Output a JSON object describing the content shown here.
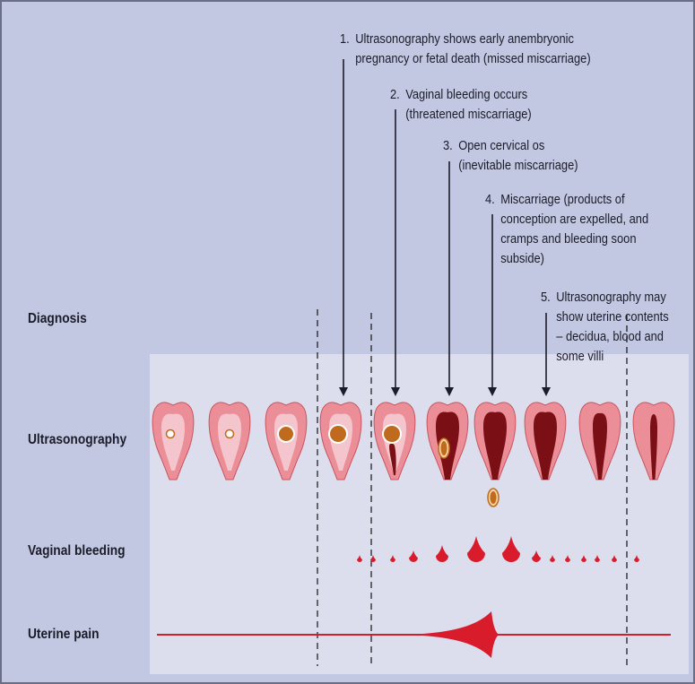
{
  "row_labels": {
    "diagnosis": "Diagnosis",
    "ultrasonography": "Ultrasonography",
    "vaginal_bleeding": "Vaginal bleeding",
    "uterine_pain": "Uterine pain"
  },
  "annotations": [
    {
      "number": "1.",
      "lines": [
        "Ultrasonography shows early anembryonic",
        "pregnancy or fetal death (missed miscarriage)"
      ]
    },
    {
      "number": "2.",
      "lines": [
        "Vaginal bleeding occurs",
        "(threatened miscarriage)"
      ]
    },
    {
      "number": "3.",
      "lines": [
        "Open cervical os",
        "(inevitable miscarriage)"
      ]
    },
    {
      "number": "4.",
      "lines": [
        "Miscarriage (products of",
        "conception are expelled, and",
        "cramps and bleeding soon",
        "subside)"
      ]
    },
    {
      "number": "5.",
      "lines": [
        "Ultrasonography may",
        "show uterine contents",
        "– decidua, blood and",
        "some villi"
      ]
    }
  ],
  "uterus_stages": [
    {
      "cavity": "closed",
      "sac": "small"
    },
    {
      "cavity": "closed",
      "sac": "small"
    },
    {
      "cavity": "closed",
      "sac": "medium"
    },
    {
      "cavity": "closed",
      "sac": "large"
    },
    {
      "cavity": "bleeding",
      "sac": "large"
    },
    {
      "cavity": "open",
      "sac": "in-canal"
    },
    {
      "cavity": "open",
      "sac": "expelled"
    },
    {
      "cavity": "open",
      "sac": "none"
    },
    {
      "cavity": "narrowing",
      "sac": "none"
    },
    {
      "cavity": "thin",
      "sac": "none"
    }
  ],
  "bleeding_drop_levels": [
    1,
    1,
    2,
    3,
    5,
    5,
    2,
    1,
    1,
    1,
    1,
    1,
    1
  ],
  "colors": {
    "background": "#c3c8e2",
    "panel": "#dcdeee",
    "uterus_wall": "#ec8e97",
    "uterus_inner": "#f4c5cc",
    "blood": "#d81c2b",
    "dark_blood": "#7a0f16",
    "sac": "#c06a1e",
    "pain_line": "#d81c2b"
  }
}
